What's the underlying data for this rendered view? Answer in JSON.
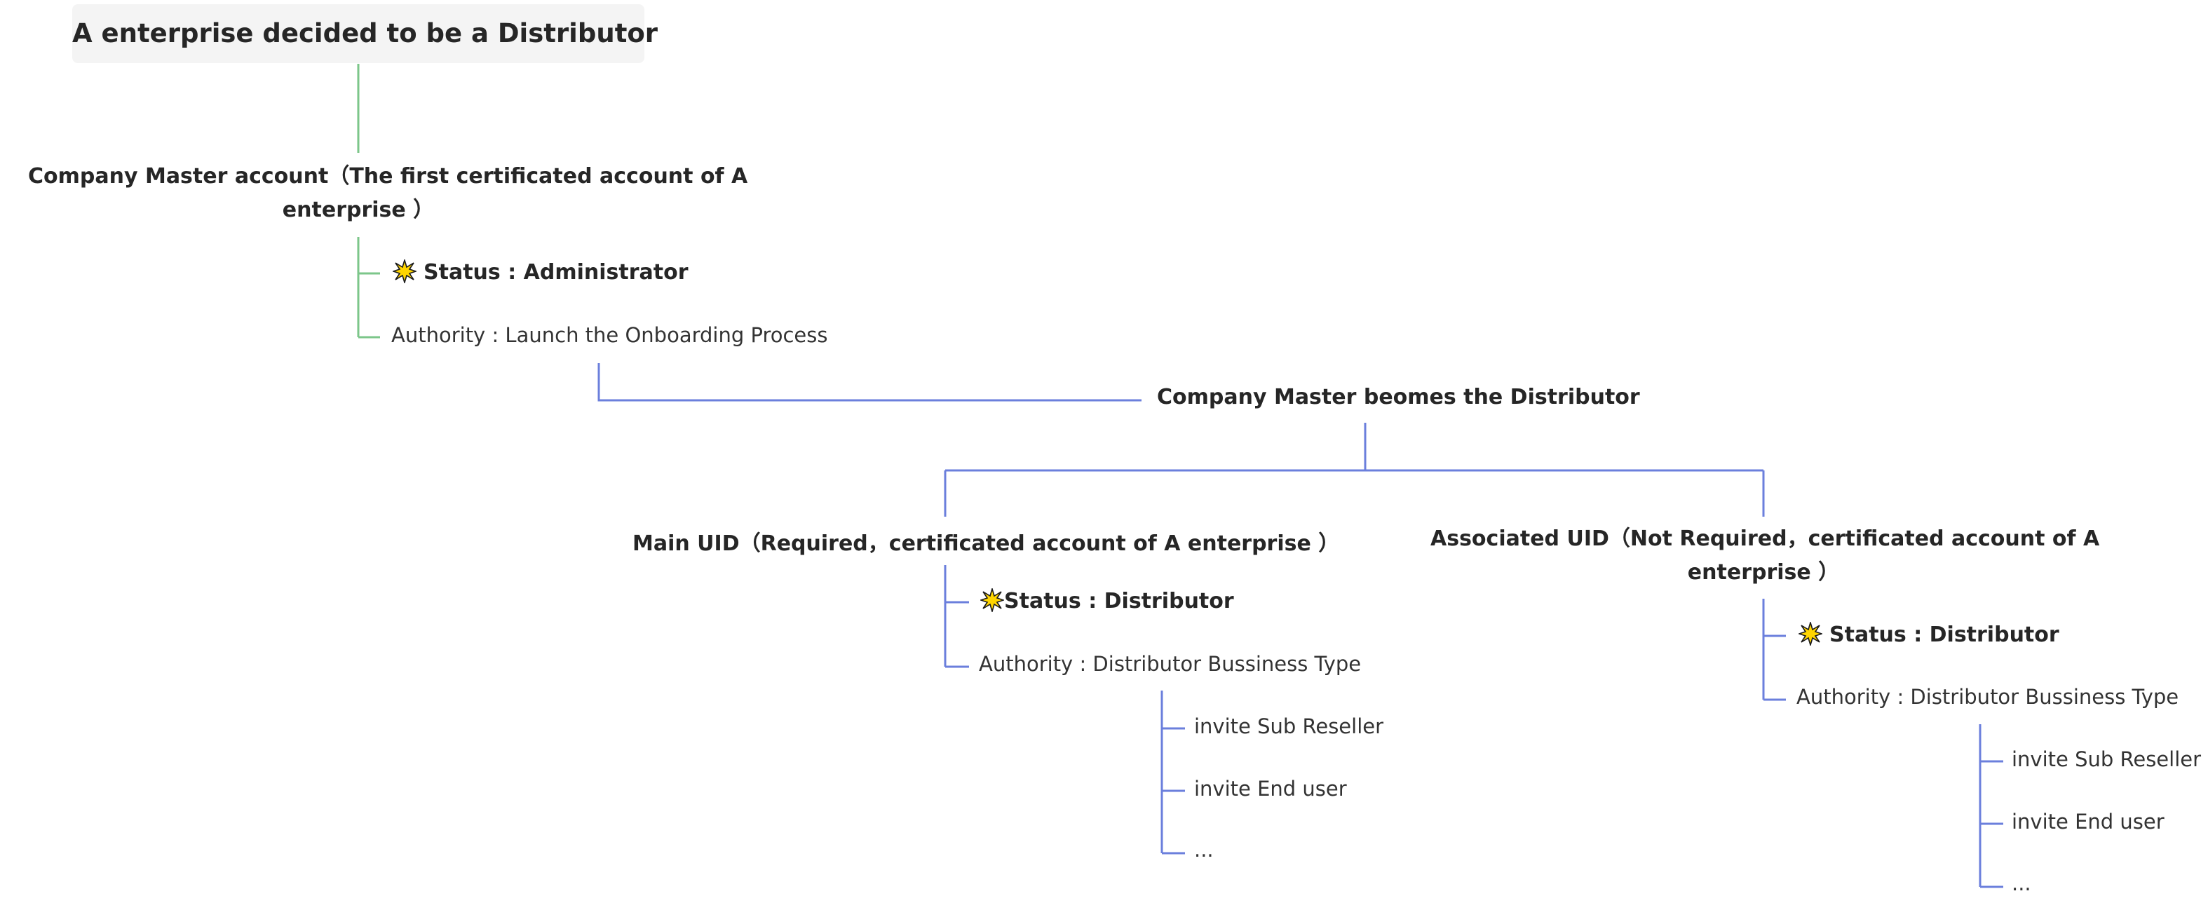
{
  "root": {
    "title": "A enterprise decided to be a Distributor"
  },
  "company_master": {
    "line1": "Company Master account（The first certificated account of A",
    "line2": "enterprise ）",
    "status": "Status : Administrator",
    "authority": "Authority : Launch the Onboarding Process"
  },
  "distributor_node": {
    "title": "Company Master beomes the Distributor"
  },
  "main_uid": {
    "title": "Main UID（Required，certificated account of A enterprise ）",
    "status": "Status : Distributor",
    "authority": "Authority : Distributor Bussiness Type",
    "children": [
      "invite Sub Reseller",
      "invite End user",
      "..."
    ]
  },
  "associated_uid": {
    "line1": "Associated UID（Not Required，certificated account of A",
    "line2": "enterprise ）",
    "status": "Status : Distributor",
    "authority": "Authority : Distributor Bussiness Type",
    "children": [
      "invite Sub Reseller",
      "invite End user",
      "..."
    ]
  },
  "icons": {
    "status_marker": "burst-icon"
  },
  "colors": {
    "green_connector": "#7cc68a",
    "blue_connector": "#6b7fdc",
    "burst_fill": "#ffd500",
    "root_bg": "#f4f4f4"
  }
}
